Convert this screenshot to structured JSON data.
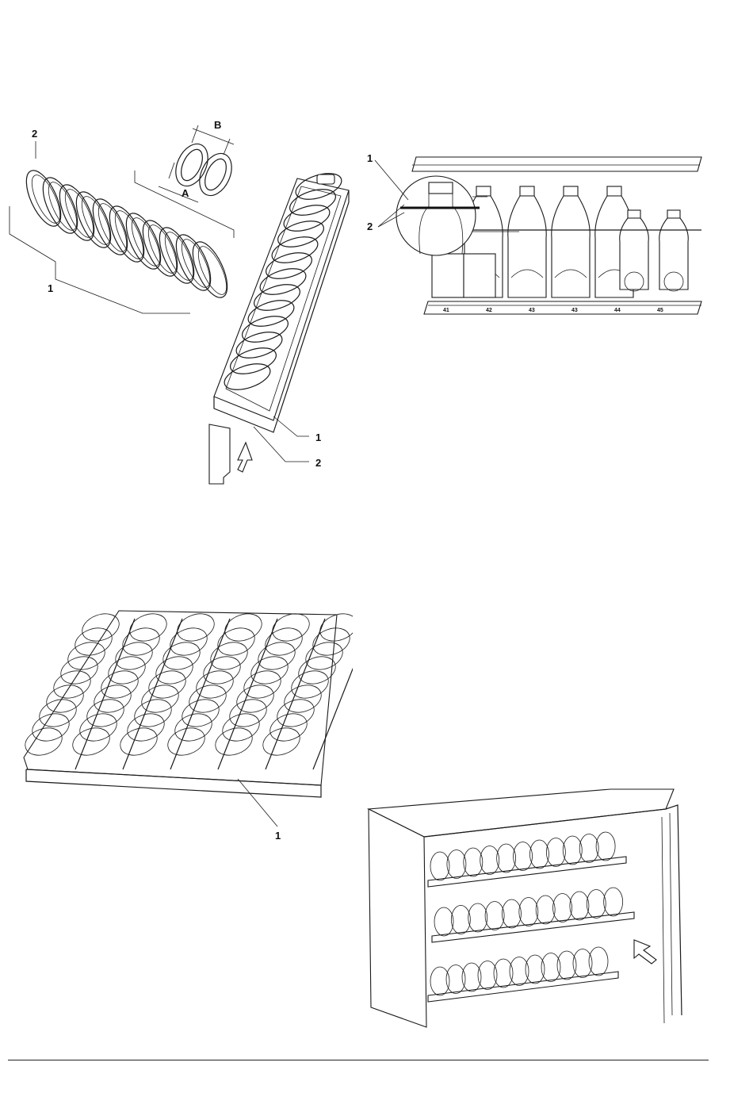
{
  "figure1": {
    "labels": {
      "spring_top": "2",
      "base_left": "1",
      "dim_a": "A",
      "dim_b": "B",
      "tray_1": "1",
      "tray_2": "2"
    }
  },
  "figure2": {
    "labels": {
      "callout_1": "1",
      "callout_2": "2"
    },
    "selections": [
      "41",
      "42",
      "43",
      "43",
      "44",
      "45"
    ]
  },
  "figure3": {
    "labels": {
      "callout_1": "1"
    }
  },
  "figure4": {
    "labels": {}
  }
}
